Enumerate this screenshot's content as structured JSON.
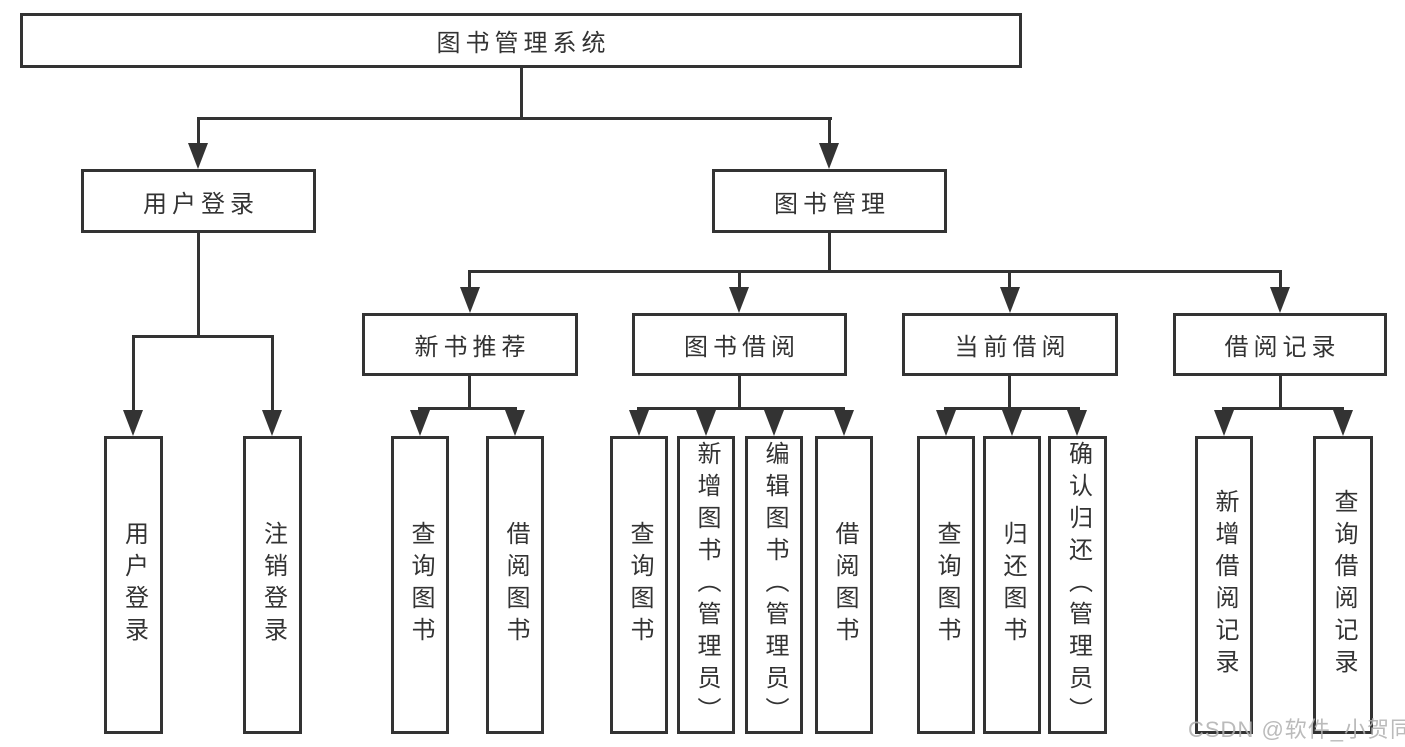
{
  "tree": {
    "label": "图书管理系统",
    "children": [
      {
        "label": "用户登录",
        "children": [
          {
            "label": "用户登录"
          },
          {
            "label": "注销登录"
          }
        ]
      },
      {
        "label": "图书管理",
        "children": [
          {
            "label": "新书推荐",
            "children": [
              {
                "label": "查询图书"
              },
              {
                "label": "借阅图书"
              }
            ]
          },
          {
            "label": "图书借阅",
            "children": [
              {
                "label": "查询图书"
              },
              {
                "label": "新增图书（管理员）"
              },
              {
                "label": "编辑图书（管理员）"
              },
              {
                "label": "借阅图书"
              }
            ]
          },
          {
            "label": "当前借阅",
            "children": [
              {
                "label": "查询图书"
              },
              {
                "label": "归还图书"
              },
              {
                "label": "确认归还（管理员）"
              }
            ]
          },
          {
            "label": "借阅记录",
            "children": [
              {
                "label": "新增借阅记录"
              },
              {
                "label": "查询借阅记录"
              }
            ]
          }
        ]
      }
    ]
  },
  "watermark": {
    "text": "CSDN @软件_小贺同学"
  },
  "colors": {
    "line": "#333333",
    "text": "#333333",
    "box_fill": "#ffffff",
    "background": "#ffffff",
    "watermark": "#b2b2b2"
  }
}
